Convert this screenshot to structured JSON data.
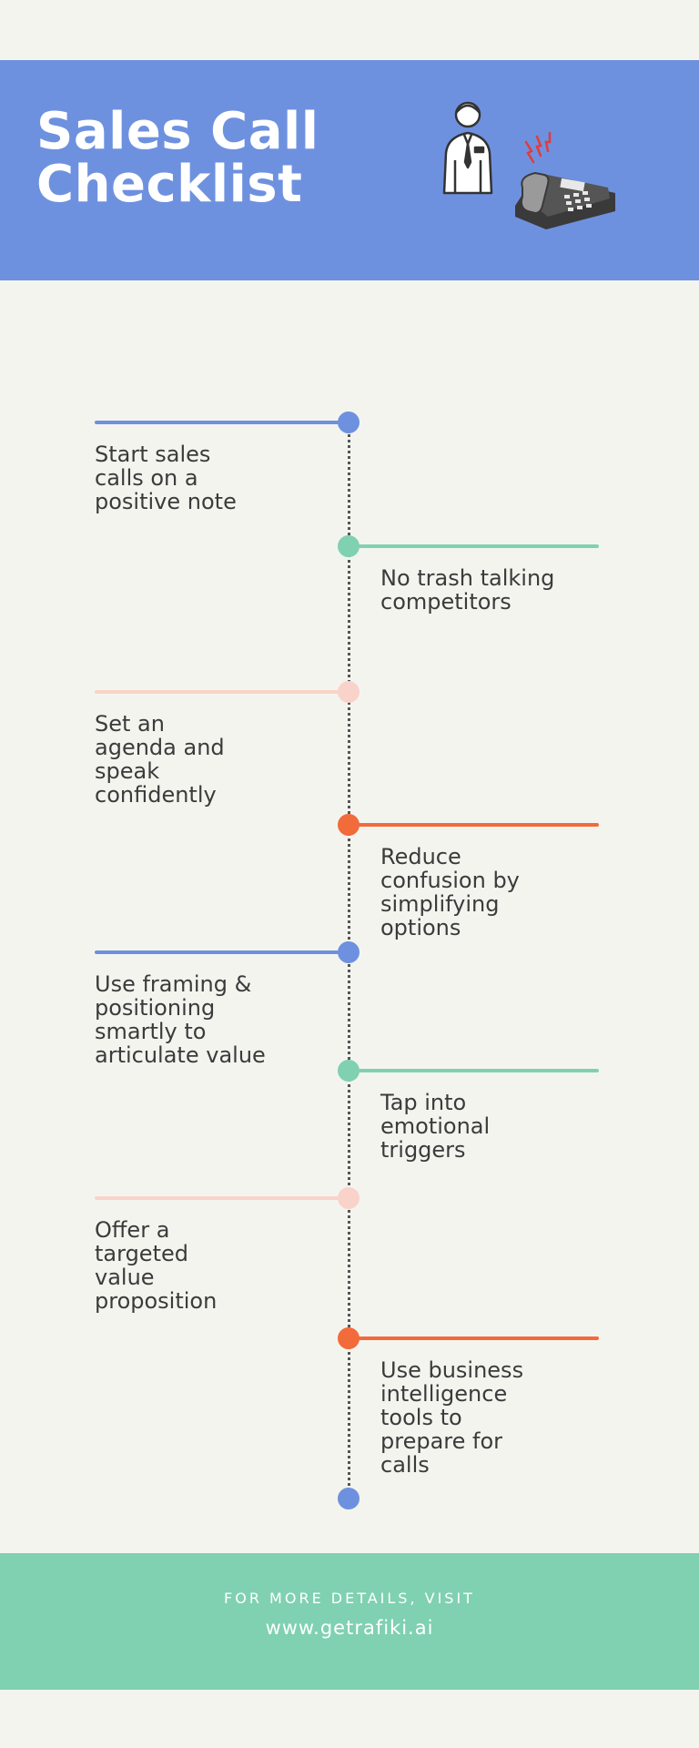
{
  "header": {
    "title_line1": "Sales Call",
    "title_line2": "Checklist",
    "background": "#6e91df",
    "icons": [
      "salesperson-icon",
      "ringing-telephone-icon"
    ]
  },
  "colors": {
    "blue": "#6e91df",
    "green": "#7fd1b1",
    "pink": "#f9d3c9",
    "orange": "#f26b3a",
    "text": "#3b3b3b"
  },
  "checklist": [
    {
      "text": "Start sales calls on a positive note",
      "lines": [
        "Start sales",
        "calls on a",
        "positive note"
      ],
      "side": "left",
      "color": "blue"
    },
    {
      "text": "No trash talking competitors",
      "lines": [
        "No trash talking",
        "competitors"
      ],
      "side": "right",
      "color": "green"
    },
    {
      "text": "Set an agenda and speak confidently",
      "lines": [
        "Set an",
        "agenda and",
        "speak",
        "confidently"
      ],
      "side": "left",
      "color": "pink"
    },
    {
      "text": "Reduce confusion by simplifying options",
      "lines": [
        "Reduce",
        "confusion by",
        "simplifying",
        "options"
      ],
      "side": "right",
      "color": "orange"
    },
    {
      "text": "Use framing & positioning smartly to articulate value",
      "lines": [
        "Use framing &",
        "positioning",
        "smartly to",
        "articulate value"
      ],
      "side": "left",
      "color": "blue"
    },
    {
      "text": "Tap into emotional triggers",
      "lines": [
        "Tap into",
        "emotional",
        "triggers"
      ],
      "side": "right",
      "color": "green"
    },
    {
      "text": "Offer a targeted value proposition",
      "lines": [
        "Offer a",
        "targeted",
        "value",
        "proposition"
      ],
      "side": "left",
      "color": "pink"
    },
    {
      "text": "Use business intelligence tools to prepare for calls",
      "lines": [
        "Use business",
        "intelligence",
        "tools to",
        "prepare for",
        "calls"
      ],
      "side": "right",
      "color": "orange"
    }
  ],
  "footer": {
    "line1": "FOR MORE DETAILS, VISIT",
    "line2": "www.getrafiki.ai",
    "background": "#7fd1b1"
  }
}
